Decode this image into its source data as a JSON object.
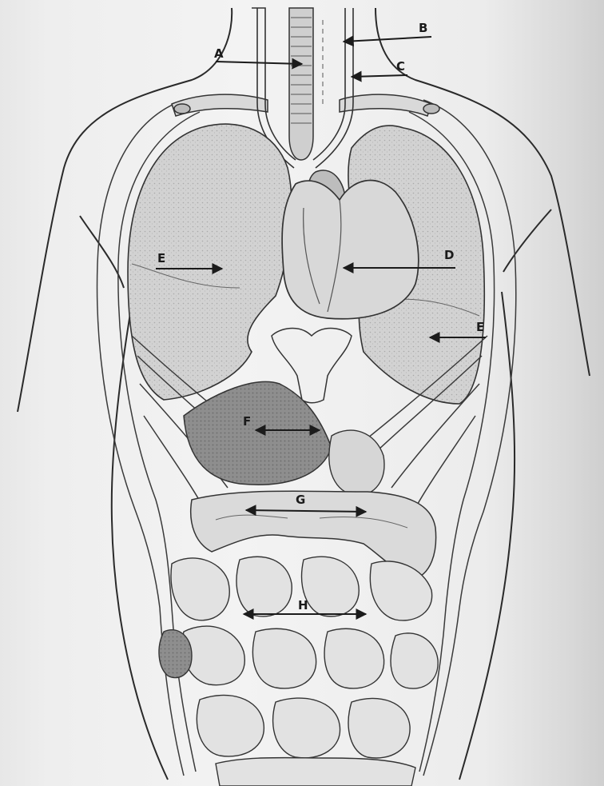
{
  "labels": {
    "a": "A",
    "b": "B",
    "c": "C",
    "d": "D",
    "e": "E",
    "e2": "E",
    "f": "F",
    "g": "G",
    "h": "H"
  },
  "colors": {
    "paper": "#efefef",
    "ink": "#2a2a2a",
    "organ_fill": "#d4d4d4",
    "shadow_fill": "#9a9a9a"
  }
}
